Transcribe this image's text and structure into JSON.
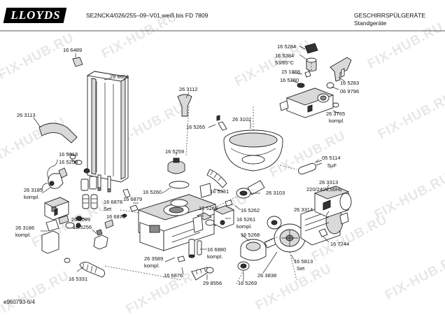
{
  "header": {
    "brand": "LLOYDS",
    "model": "SE2NCK4/026/255–09–V01,weiß bis FD 7809",
    "category": "GESCHIRRSPÜLGERÄTE",
    "subcategory": "Standgeräte"
  },
  "footer": {
    "code": "e960793-6/4"
  },
  "watermark": "FIX-HUB.RU",
  "labels": [
    "16 6489",
    "29 8656",
    "26 3113",
    "16 5318",
    "16 5258",
    "26 3185",
    "kompl.",
    "26 3186",
    "kompl.",
    "16 5331",
    "26 3099",
    "16 5256",
    "16 6875",
    "16 6878",
    "Set",
    "16 6879",
    "16 5260",
    "16 5259",
    "26 3112",
    "16 5265",
    "26 3102",
    "16 5331",
    "16 5263",
    "16 5262",
    "26 3103",
    "16 5261",
    "kompl.",
    "16 5268",
    "16 6880",
    "kompl.",
    "26 3589",
    "kompl.",
    "16 6876",
    "29 8556",
    "16 5269",
    "26 3838",
    "16 5284",
    "16 5384",
    "53/85°C",
    "15 1866",
    "16 5280",
    "16 5283",
    "06 9796",
    "26 3765",
    "kompl.",
    "05 5114",
    "5µF",
    "26 3313",
    "220/240V,50Hz",
    "26 3314",
    "16 7244",
    "16 5813",
    "Set"
  ]
}
